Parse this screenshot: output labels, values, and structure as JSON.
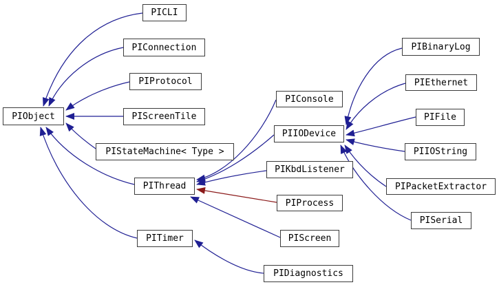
{
  "diagram": {
    "type": "class-inheritance-graph",
    "root_class": "PIObject",
    "colors": {
      "background": "#ffffff",
      "public_inheritance_edge": "#1f1f93",
      "private_inheritance_edge": "#8b1a1a",
      "node_border": "#3b3b3b",
      "node_background": "#ffffff",
      "node_text": "#000000"
    },
    "nodes": [
      {
        "id": "piobject",
        "label": "PIObject"
      },
      {
        "id": "picli",
        "label": "PICLI"
      },
      {
        "id": "piconnection",
        "label": "PIConnection"
      },
      {
        "id": "piprotocol",
        "label": "PIProtocol"
      },
      {
        "id": "piscreentile",
        "label": "PIScreenTile"
      },
      {
        "id": "pistatemachine",
        "label": "PIStateMachine< Type >"
      },
      {
        "id": "pithread",
        "label": "PIThread"
      },
      {
        "id": "pitimer",
        "label": "PITimer"
      },
      {
        "id": "piconsole",
        "label": "PIConsole"
      },
      {
        "id": "piiodevice",
        "label": "PIIODevice"
      },
      {
        "id": "pikbdlistener",
        "label": "PIKbdListener"
      },
      {
        "id": "piprocess",
        "label": "PIProcess"
      },
      {
        "id": "piscreen",
        "label": "PIScreen"
      },
      {
        "id": "pidiagnostics",
        "label": "PIDiagnostics"
      },
      {
        "id": "pibinarylog",
        "label": "PIBinaryLog"
      },
      {
        "id": "piethernet",
        "label": "PIEthernet"
      },
      {
        "id": "pifile",
        "label": "PIFile"
      },
      {
        "id": "piiostring",
        "label": "PIIOString"
      },
      {
        "id": "pipacketextractor",
        "label": "PIPacketExtractor"
      },
      {
        "id": "piserial",
        "label": "PISerial"
      }
    ],
    "edges": [
      {
        "from": "PICLI",
        "to": "PIObject",
        "inheritance": "public"
      },
      {
        "from": "PIConnection",
        "to": "PIObject",
        "inheritance": "public"
      },
      {
        "from": "PIProtocol",
        "to": "PIObject",
        "inheritance": "public"
      },
      {
        "from": "PIScreenTile",
        "to": "PIObject",
        "inheritance": "public"
      },
      {
        "from": "PIStateMachine< Type >",
        "to": "PIObject",
        "inheritance": "public"
      },
      {
        "from": "PIThread",
        "to": "PIObject",
        "inheritance": "public"
      },
      {
        "from": "PITimer",
        "to": "PIObject",
        "inheritance": "public"
      },
      {
        "from": "PIConsole",
        "to": "PIThread",
        "inheritance": "public"
      },
      {
        "from": "PIIODevice",
        "to": "PIThread",
        "inheritance": "public"
      },
      {
        "from": "PIKbdListener",
        "to": "PIThread",
        "inheritance": "public"
      },
      {
        "from": "PIProcess",
        "to": "PIThread",
        "inheritance": "private"
      },
      {
        "from": "PIScreen",
        "to": "PIThread",
        "inheritance": "public"
      },
      {
        "from": "PIDiagnostics",
        "to": "PITimer",
        "inheritance": "public"
      },
      {
        "from": "PIBinaryLog",
        "to": "PIIODevice",
        "inheritance": "public"
      },
      {
        "from": "PIEthernet",
        "to": "PIIODevice",
        "inheritance": "public"
      },
      {
        "from": "PIFile",
        "to": "PIIODevice",
        "inheritance": "public"
      },
      {
        "from": "PIIOString",
        "to": "PIIODevice",
        "inheritance": "public"
      },
      {
        "from": "PIPacketExtractor",
        "to": "PIIODevice",
        "inheritance": "public"
      },
      {
        "from": "PISerial",
        "to": "PIIODevice",
        "inheritance": "public"
      }
    ]
  }
}
